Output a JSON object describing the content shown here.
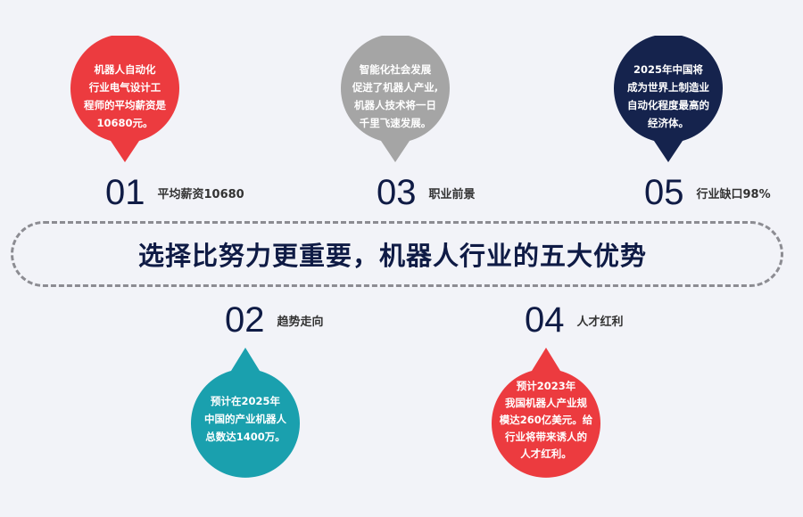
{
  "colors": {
    "background": "#f2f3f8",
    "red": "#ec3b3f",
    "gray": "#a5a5a5",
    "navy": "#15234d",
    "teal": "#1aa0ae",
    "number_text": "#0f1b45",
    "caption_text": "#333333",
    "dashed_border": "#8c8c92"
  },
  "title": "选择比努力更重要，机器人行业的五大优势",
  "items": [
    {
      "number": "01",
      "caption": "平均薪资10680",
      "bubble_text": "机器人自动化\n行业电气设计工\n程师的平均薪资是\n10680元。",
      "color": "#ec3b3f"
    },
    {
      "number": "02",
      "caption": "趋势走向",
      "bubble_text": "预计在2025年\n中国的产业机器人\n总数达1400万。",
      "color": "#1aa0ae"
    },
    {
      "number": "03",
      "caption": "职业前景",
      "bubble_text": "智能化社会发展\n促进了机器人产业,\n机器人技术将一日\n千里飞速发展。",
      "color": "#a5a5a5"
    },
    {
      "number": "04",
      "caption": "人才红利",
      "bubble_text": "预计2023年\n我国机器人产业规\n模达260亿美元。给\n行业将带来诱人的\n人才红利。",
      "color": "#ec3b3f"
    },
    {
      "number": "05",
      "caption": "行业缺口98%",
      "bubble_text": "2025年中国将\n成为世界上制造业\n自动化程度最高的\n经济体。",
      "color": "#15234d"
    }
  ]
}
